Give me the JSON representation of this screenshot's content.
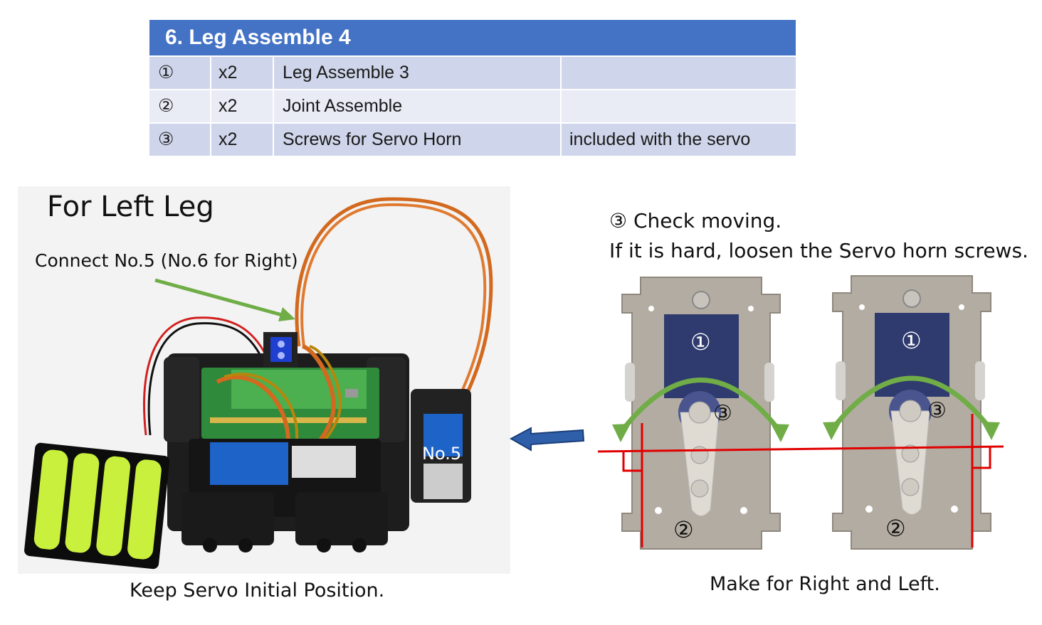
{
  "table": {
    "title": "6. Leg Assemble 4",
    "rows": [
      {
        "num": "①",
        "qty": "x2",
        "part": "Leg Assemble 3",
        "note": ""
      },
      {
        "num": "②",
        "qty": "x2",
        "part": "Joint Assemble",
        "note": ""
      },
      {
        "num": "③",
        "qty": "x2",
        "part": "Screws for Servo Horn",
        "note": "included with the servo"
      }
    ]
  },
  "photo": {
    "heading": "For Left Leg",
    "connect_note": "Connect No.5 (No.6 for Right)",
    "servo_label": "No.5",
    "caption": "Keep Servo Initial Position."
  },
  "diagram": {
    "check_line1": "③ Check moving.",
    "check_line2": "If it is hard, loosen the Servo horn screws.",
    "label_1": "①",
    "label_2": "②",
    "label_3": "③",
    "caption": "Make for Right and Left."
  },
  "colors": {
    "table_header": "#4472c4",
    "row_dark": "#cfd5ea",
    "row_light": "#e9ebf5",
    "arrow_green": "#70ad47",
    "line_red": "#e00000",
    "servo_navy": "#2f3b6e",
    "arrow_blue": "#2e5fa8"
  }
}
